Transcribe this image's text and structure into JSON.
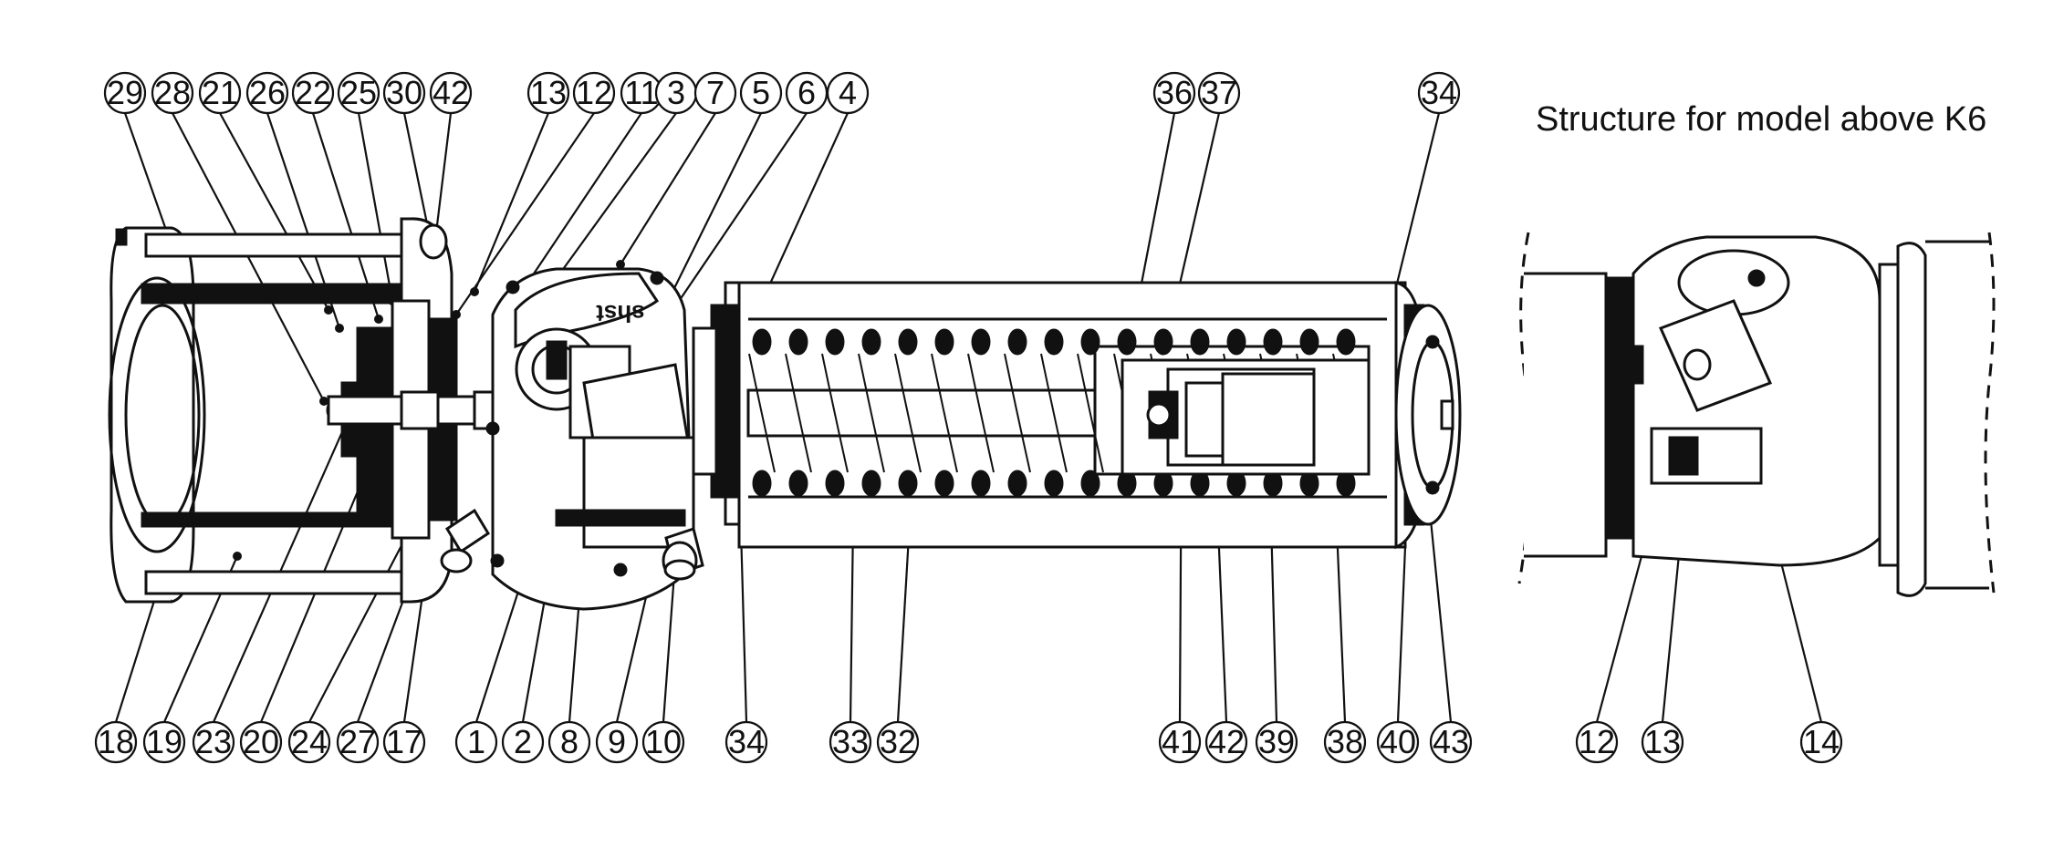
{
  "title": "Structure for model above K6",
  "top_callouts": [
    "29",
    "28",
    "21",
    "26",
    "22",
    "25",
    "30",
    "42",
    "13",
    "12",
    "11",
    "3",
    "7",
    "5",
    "6",
    "4",
    "36",
    "37",
    "34"
  ],
  "bottom_callouts": [
    "18",
    "19",
    "23",
    "20",
    "24",
    "27",
    "17",
    "1",
    "2",
    "8",
    "9",
    "10",
    "34",
    "33",
    "32",
    "41",
    "42",
    "39",
    "38",
    "40",
    "43"
  ],
  "inset_callouts": [
    "12",
    "13",
    "14"
  ],
  "body_stamp": "shst"
}
